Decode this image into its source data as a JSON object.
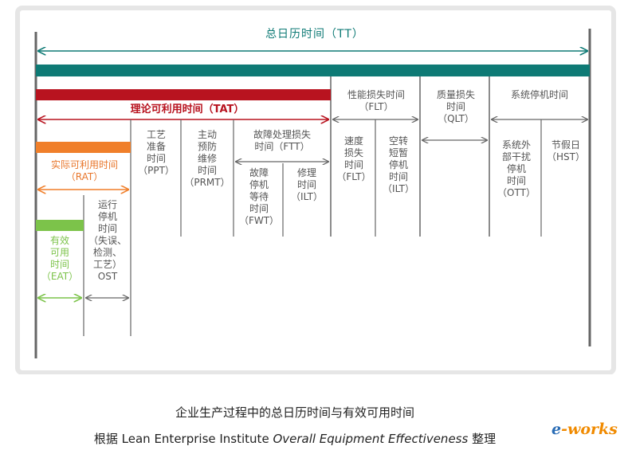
{
  "diagram": {
    "tt_label": "总日历时间（TT）",
    "tat_label": "理论可利用时间（TAT）",
    "flt_header": "性能损失时间\n（FLT）",
    "qlt_header": "质量损失\n时间\n（QLT）",
    "system_stop_header": "系统停机时间",
    "ppt_label": "工艺\n准备\n时间\n（PPT）",
    "prmt_label": "主动\n预防\n维修\n时间\n（PRMT）",
    "ftt_label": "故障处理损失\n时间（FTT）",
    "fwt_label": "故障\n停机\n等待\n时间\n（FWT）",
    "ilt_repair_label": "修理\n时间\n（ILT）",
    "speed_loss_label": "速度\n损失\n时间\n（FLT）",
    "idle_label": "空转\n短暂\n停机\n时间\n（ILT）",
    "ott_label": "系统外\n部干扰\n停机\n时间\n（OTT）",
    "hst_label": "节假日\n（HST）",
    "rat_label": "实际可利用时间\n（RAT）",
    "ost_label": "运行\n停机\n时间\n（失误、\n检测、\n工艺）\nOST",
    "eat_label": "有效\n可用\n时间\n（EAT）",
    "colors": {
      "teal": "#0e7a75",
      "red": "#b8131f",
      "orange": "#f07f2a",
      "green": "#7cc34a",
      "gray": "#666666"
    }
  },
  "caption": {
    "line1": "企业生产过程中的总日历时间与有效可用时间",
    "line2_prefix": "根据 Lean Enterprise Institute ",
    "line2_italic": "Overall Equipment Effectiveness",
    "line2_suffix": " 整理"
  },
  "logo": {
    "text_e": "e",
    "text_rest": "-works"
  }
}
